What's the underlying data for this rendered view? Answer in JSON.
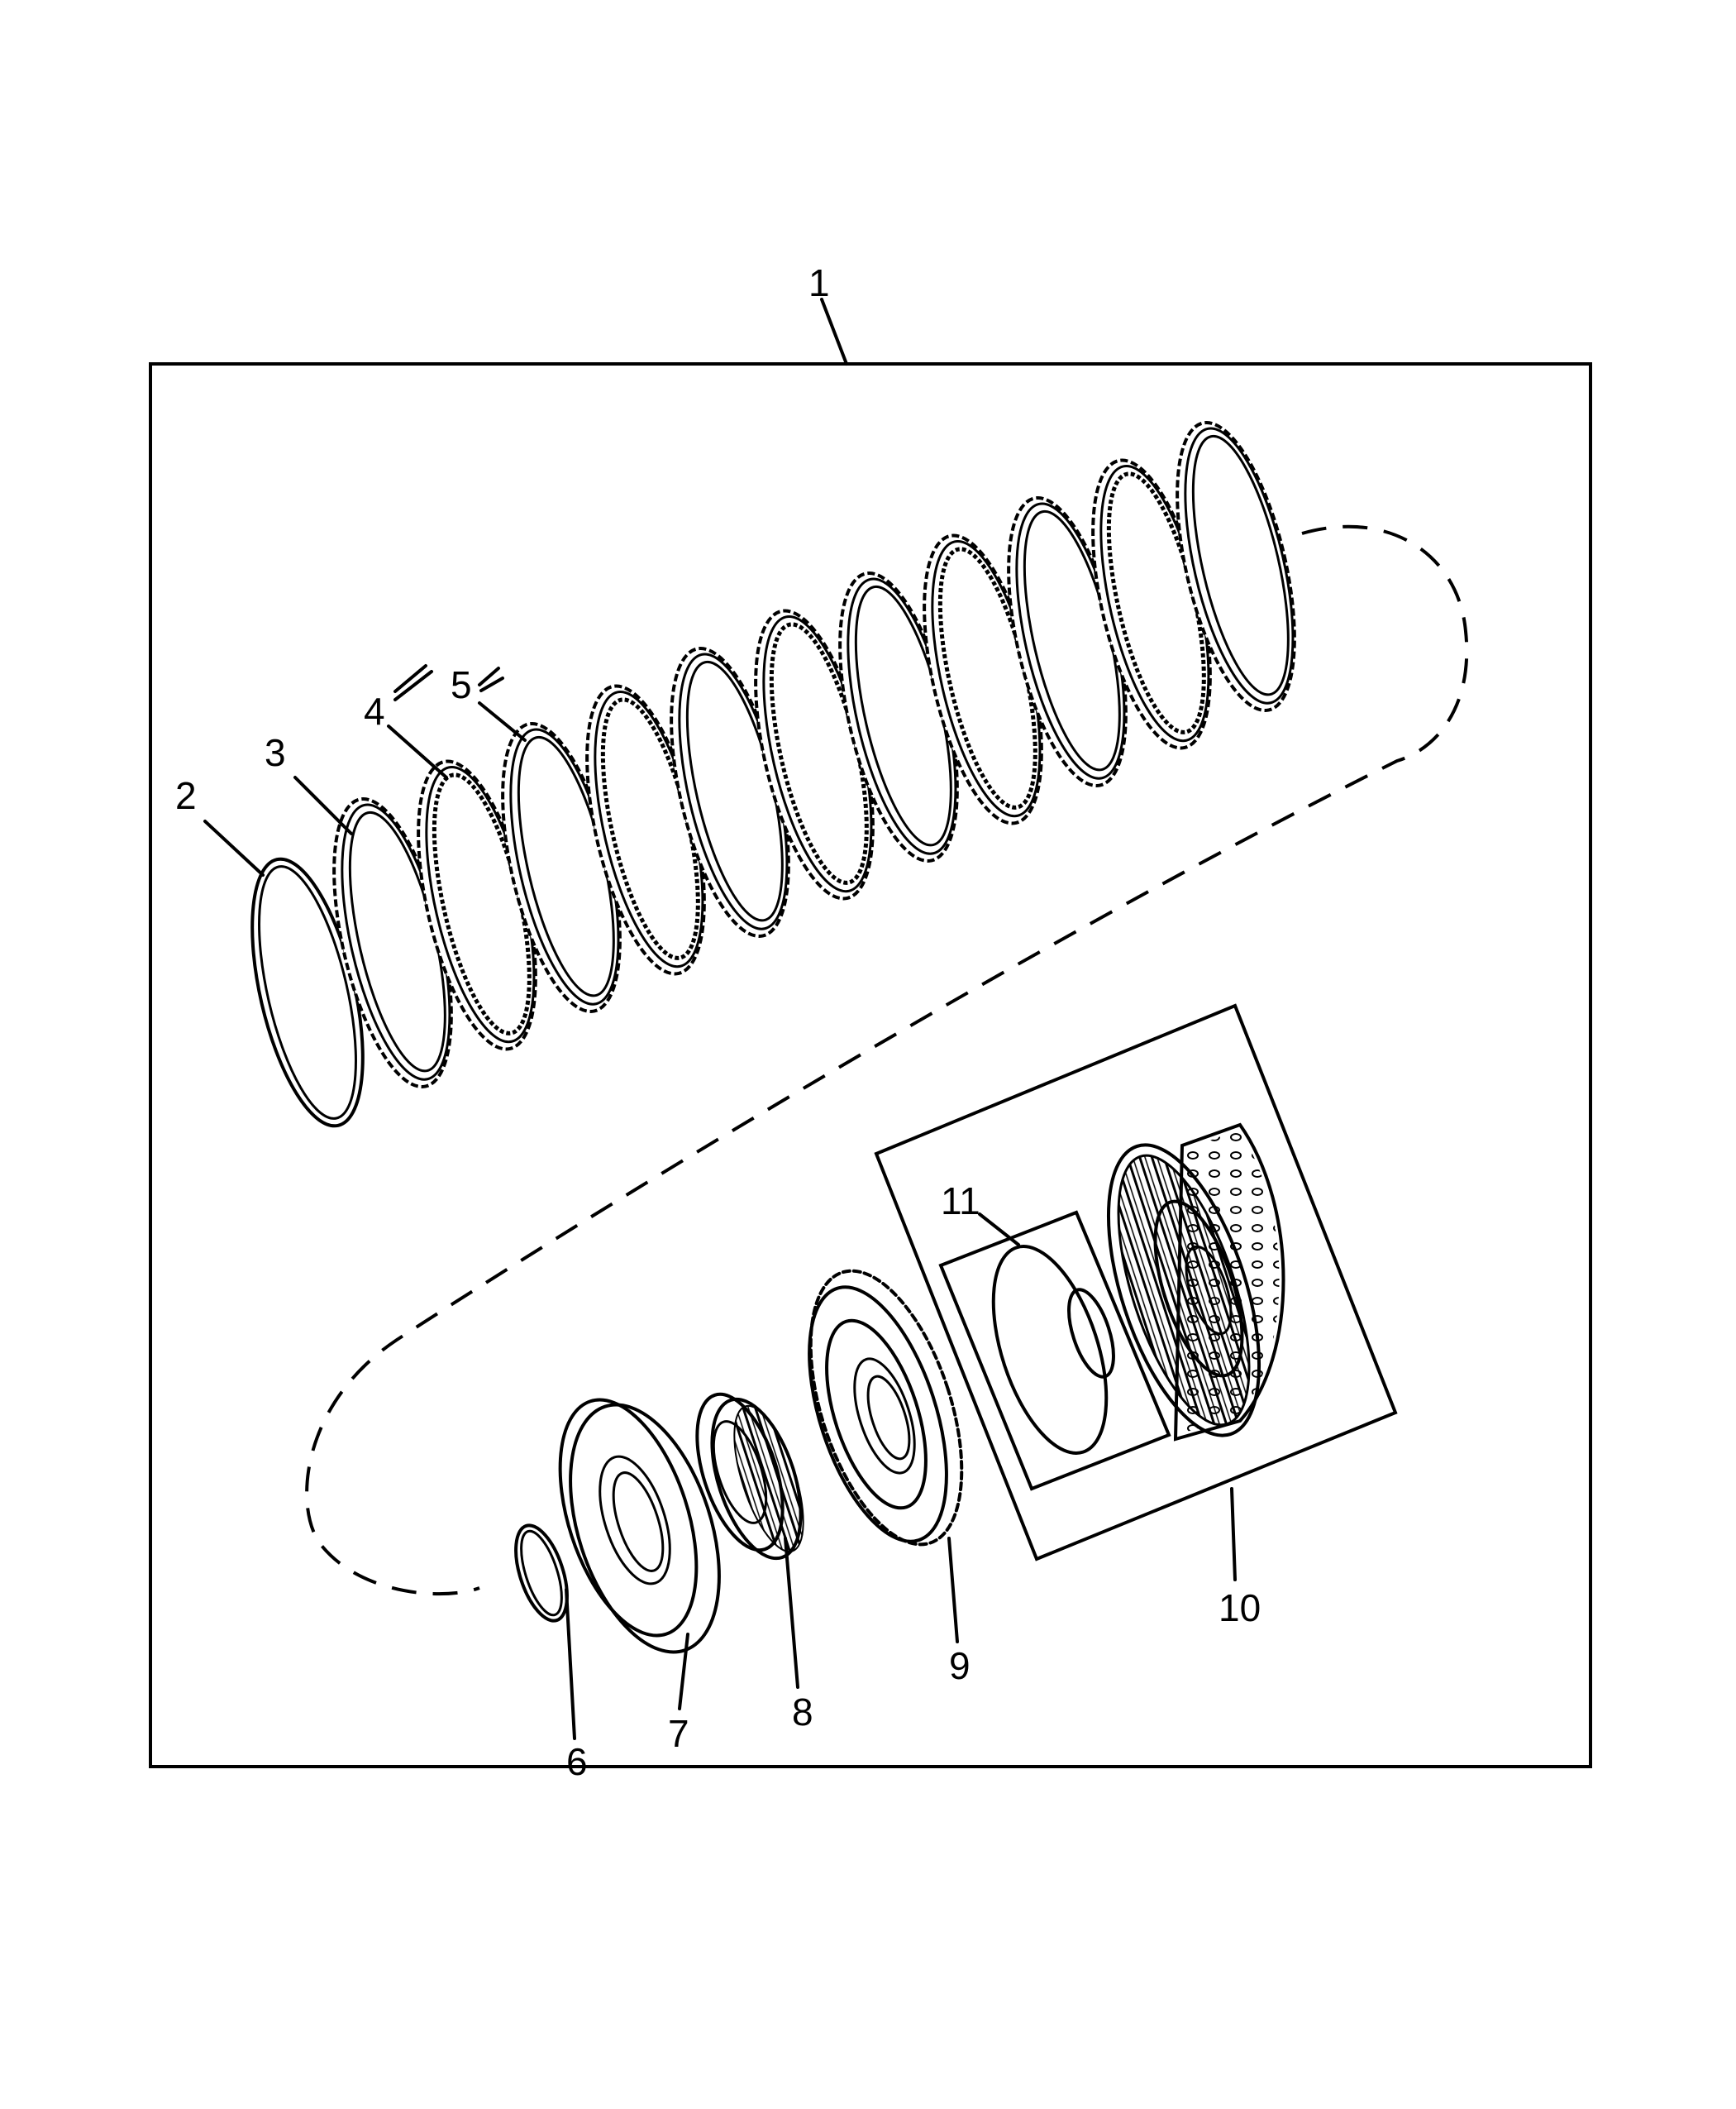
{
  "callouts": {
    "c1": "1",
    "c2": "2",
    "c3": "3",
    "c4": "4",
    "c5": "5",
    "c6": "6",
    "c7": "7",
    "c8": "8",
    "c9": "9",
    "c10": "10",
    "c11": "11"
  },
  "colors": {
    "line": "#000000",
    "background": "#ffffff"
  },
  "clutch_pack_ring_count": 11
}
